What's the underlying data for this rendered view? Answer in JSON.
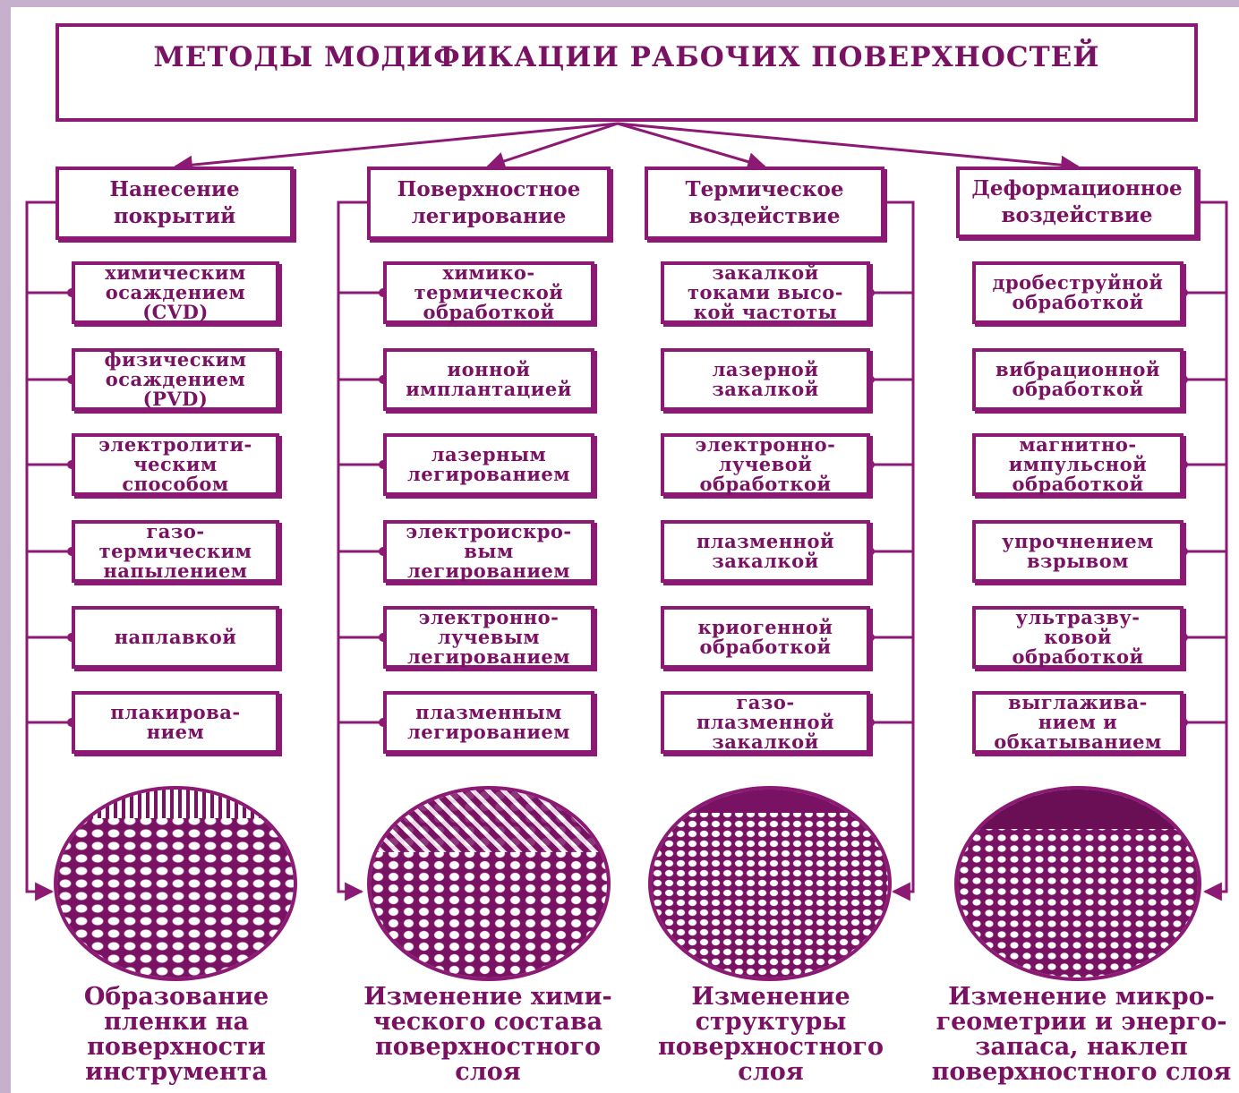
{
  "title": "МЕТОДЫ МОДИФИКАЦИИ  РАБОЧИХ ПОВЕРХНОСТЕЙ",
  "colors": {
    "accent": "#8c1a74",
    "text": "#7a1264",
    "frame": "#c7b0cd"
  },
  "columns": [
    {
      "category": "Нанесение\nпокрытий",
      "items": [
        "химическим\nосаждением\n(CVD)",
        "физическим\nосаждением\n(PVD)",
        "электролити-\nческим\nспособом",
        "газо-\nтермическим\nнапылением",
        "наплавкой",
        "плакирова-\nнием"
      ],
      "result": "Образование\nпленки на\nповерхности\nинструмента"
    },
    {
      "category": "Поверхностное\nлегирование",
      "items": [
        "химико-\nтермической\nобработкой",
        "ионной\nимплантацией",
        "лазерным\nлегированием",
        "электроискро-\nвым\nлегированием",
        "электронно-\nлучевым\nлегированием",
        "плазменным\nлегированием"
      ],
      "result": "Изменение хими-\nческого состава\nповерхностного\nслоя"
    },
    {
      "category": "Термическое\nвоздействие",
      "items": [
        "закалкой\nтоками высо-\nкой частоты",
        "лазерной\nзакалкой",
        "электронно-\nлучевой\nобработкой",
        "плазменной\nзакалкой",
        "криогенной\nобработкой",
        "газо-\nплазменной\nзакалкой"
      ],
      "result": "Изменение\nструктуры\nповерхностного\nслоя"
    },
    {
      "category": "Деформационное\nвоздействие",
      "items": [
        "дробеструйной\nобработкой",
        "вибрационной\nобработкой",
        "магнитно-\nимпульсной\nобработкой",
        "упрочнением\nвзрывом",
        "ультразву-\nковой\nобработкой",
        "выглажива-\nнием и\nобкатыванием"
      ],
      "result": "Изменение микро-\nгеометрии и энерго-\nзапаса, наклеп\nповерхностного слоя"
    }
  ]
}
